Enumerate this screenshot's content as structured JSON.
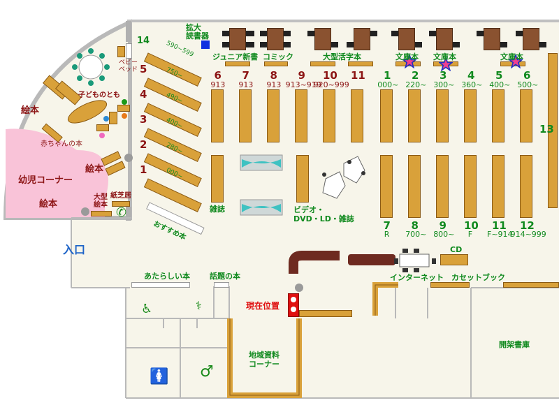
{
  "colors": {
    "floor": "#f7f5ea",
    "shelf": "#d9a13a",
    "desk": "#8a5230",
    "pink": "#f9c3d8",
    "green": "#118a1f",
    "red": "#8c1414",
    "entrance": "#1e64c8"
  },
  "top_area": {
    "large_print_reader": "拡大\n読書器",
    "junior": "ジュニア新書",
    "comic": "コミック",
    "large_print_books": "大型活字本",
    "bunko": [
      "文庫本",
      "文庫本",
      "文庫本"
    ]
  },
  "left_area": {
    "num14": "14",
    "baby_bed": "ベビー\nベッド",
    "kodomo_no_tomo": "子どものとも",
    "ehon1": "絵本",
    "akachan": "赤ちゃんの本",
    "ehon2": "絵本",
    "yoji_corner": "幼児コーナー",
    "ehon3": "絵本",
    "ogata_ehon": "大型\n絵本",
    "kamishibai": "紙芝居",
    "osusume": "おすすめ本",
    "entrance": "入口"
  },
  "diagonal_shelves": [
    {
      "num": "5",
      "range": "750~"
    },
    {
      "num": "4",
      "range": "490~"
    },
    {
      "num": "3",
      "range": "400~"
    },
    {
      "num": "2",
      "range": "280~"
    },
    {
      "num": "1",
      "range": "000~"
    }
  ],
  "diag_top_range": "590~599",
  "red_shelves": [
    {
      "num": "6",
      "code": "913"
    },
    {
      "num": "7",
      "code": "913"
    },
    {
      "num": "8",
      "code": "913"
    },
    {
      "num": "9",
      "code": "913~919"
    },
    {
      "num": "10",
      "code": "920~999"
    },
    {
      "num": "11",
      "code": ""
    }
  ],
  "green_shelves_top": [
    {
      "num": "1",
      "code": "000~"
    },
    {
      "num": "2",
      "code": "220~"
    },
    {
      "num": "3",
      "code": "300~"
    },
    {
      "num": "4",
      "code": "360~"
    },
    {
      "num": "5",
      "code": "400~"
    },
    {
      "num": "6",
      "code": "500~"
    }
  ],
  "green_shelves_bottom": [
    {
      "num": "7",
      "code": "R"
    },
    {
      "num": "8",
      "code": "700~"
    },
    {
      "num": "9",
      "code": "800~"
    },
    {
      "num": "10",
      "code": "F"
    },
    {
      "num": "11",
      "code": "F~914"
    },
    {
      "num": "12",
      "code": "914~999"
    }
  ],
  "num13": "13",
  "middle_area": {
    "magazines": "雑誌",
    "video": "ビデオ・\nDVD・LD・雑誌",
    "cd": "CD",
    "internet": "インターネット",
    "cassette_book": "カセットブック",
    "new_books": "あたらしい本",
    "topic_books": "話題の本",
    "current_position": "現在位置",
    "local_materials": "地域資料\nコーナー",
    "open_stacks": "開架書庫"
  }
}
